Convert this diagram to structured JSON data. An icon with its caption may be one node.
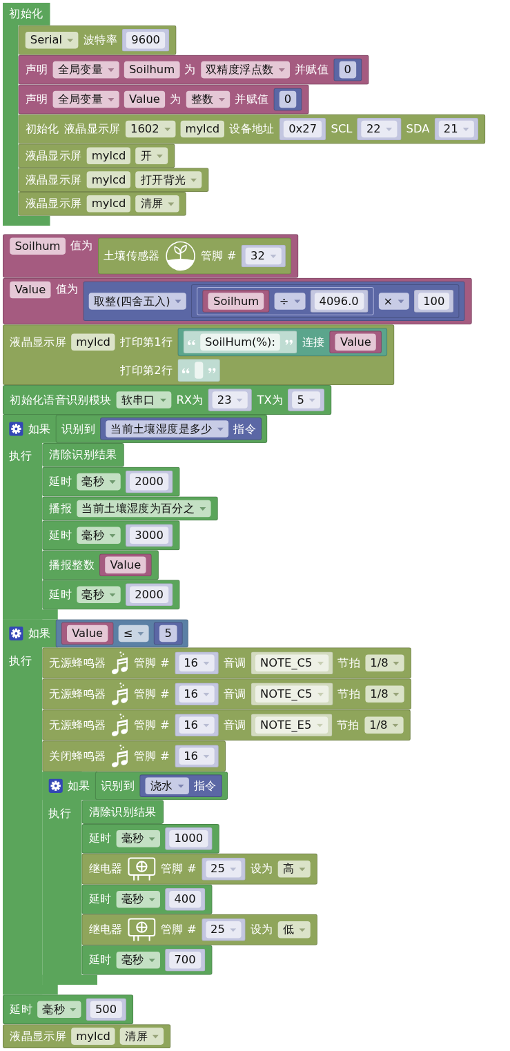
{
  "diagram": {
    "nodes": [
      {
        "text": [
          "初始化"
        ]
      },
      {
        "text": [
          "Serial",
          "波特率"
        ],
        "in": 0
      },
      {
        "text": [
          "9600"
        ],
        "in": 1
      },
      {
        "text": [
          "声明",
          "全局变量",
          "Soilhum",
          "为",
          "双精度浮点数",
          "并赋值"
        ],
        "in": 0
      },
      {
        "text": [
          "0"
        ],
        "in": 3
      },
      {
        "text": [
          "声明",
          "全局变量",
          "Value",
          "为",
          "整数",
          "并赋值"
        ],
        "in": 0
      },
      {
        "text": [
          "0"
        ],
        "in": 5
      },
      {
        "text": [
          "初始化",
          "液晶显示屏",
          "1602",
          "mylcd",
          "设备地址",
          "SCL",
          "SDA"
        ],
        "in": 0
      },
      {
        "text": [
          "0x27"
        ],
        "in": 7
      },
      {
        "text": [
          "22"
        ],
        "in": 7
      },
      {
        "text": [
          "21"
        ],
        "in": 7
      },
      {
        "text": [
          "液晶显示屏",
          "mylcd",
          "开"
        ],
        "in": 0
      },
      {
        "text": [
          "液晶显示屏",
          "mylcd",
          "打开背光"
        ],
        "in": 0
      },
      {
        "text": [
          "液晶显示屏",
          "mylcd",
          "清屏"
        ],
        "in": 0
      },
      {
        "text": [
          "Soilhum",
          "值为"
        ]
      },
      {
        "text": [
          "土壤传感器",
          "管脚 #"
        ],
        "in": 14
      },
      {
        "text": [
          "32"
        ],
        "in": 15
      },
      {
        "text": [
          "Value",
          "值为"
        ]
      },
      {
        "text": [
          "取整(四舍五入)"
        ],
        "in": 17
      },
      {
        "text": [
          "×"
        ],
        "in": 18
      },
      {
        "text": [
          "÷"
        ],
        "in": 19
      },
      {
        "text": [
          "Soilhum"
        ],
        "in": 20
      },
      {
        "text": [
          "4096.0"
        ],
        "in": 20
      },
      {
        "text": [
          "100"
        ],
        "in": 19
      },
      {
        "text": [
          "液晶显示屏",
          "mylcd",
          "打印第1行",
          "打印第2行"
        ]
      },
      {
        "text": [
          "连接"
        ],
        "in": 24
      },
      {
        "text": [
          "SoilHum(%):"
        ],
        "in": 25
      },
      {
        "text": [
          "Value"
        ],
        "in": 25
      },
      {
        "text": [],
        "shape": "box",
        "in": 24
      },
      {
        "text": [
          "初始化语音识别模块",
          "软串口",
          "RX为",
          "TX为"
        ]
      },
      {
        "text": [
          "23"
        ],
        "in": 29
      },
      {
        "text": [
          "5"
        ],
        "in": 29
      },
      {
        "text": [
          "如果",
          "执行"
        ]
      },
      {
        "text": [
          "识别到"
        ],
        "in": 32
      },
      {
        "text": [
          "当前土壤湿度是多少",
          "指令"
        ],
        "in": 33
      },
      {
        "text": [
          "清除识别结果"
        ],
        "in": 32
      },
      {
        "text": [
          "延时",
          "毫秒"
        ],
        "in": 32
      },
      {
        "text": [
          "2000"
        ],
        "in": 36
      },
      {
        "text": [
          "播报",
          "当前土壤湿度为百分之"
        ],
        "in": 32
      },
      {
        "text": [
          "延时",
          "毫秒"
        ],
        "in": 32
      },
      {
        "text": [
          "3000"
        ],
        "in": 39
      },
      {
        "text": [
          "播报整数"
        ],
        "in": 32
      },
      {
        "text": [
          "Value"
        ],
        "in": 41
      },
      {
        "text": [
          "延时",
          "毫秒"
        ],
        "in": 32
      },
      {
        "text": [
          "2000"
        ],
        "in": 43
      },
      {
        "text": [
          "如果",
          "执行"
        ]
      },
      {
        "text": [
          "≤"
        ],
        "in": 45
      },
      {
        "text": [
          "Value"
        ],
        "in": 46
      },
      {
        "text": [
          "5"
        ],
        "in": 46
      },
      {
        "text": [
          "无源蜂鸣器",
          "管脚 #",
          "音调",
          "节拍",
          "1/8"
        ],
        "in": 45
      },
      {
        "text": [
          "16"
        ],
        "in": 49
      },
      {
        "text": [
          "NOTE_C5"
        ],
        "in": 49
      },
      {
        "text": [
          "无源蜂鸣器",
          "管脚 #",
          "音调",
          "节拍",
          "1/8"
        ],
        "in": 45
      },
      {
        "text": [
          "16"
        ],
        "in": 52
      },
      {
        "text": [
          "NOTE_C5"
        ],
        "in": 52
      },
      {
        "text": [
          "无源蜂鸣器",
          "管脚 #",
          "音调",
          "节拍",
          "1/8"
        ],
        "in": 45
      },
      {
        "text": [
          "16"
        ],
        "in": 55
      },
      {
        "text": [
          "NOTE_E5"
        ],
        "in": 55
      },
      {
        "text": [
          "关闭蜂鸣器",
          "管脚 #"
        ],
        "in": 45
      },
      {
        "text": [
          "16"
        ],
        "in": 58
      },
      {
        "text": [
          "如果",
          "执行"
        ],
        "in": 45
      },
      {
        "text": [
          "识别到"
        ],
        "in": 60
      },
      {
        "text": [
          "浇水",
          "指令"
        ],
        "in": 61
      },
      {
        "text": [
          "清除识别结果"
        ],
        "in": 60
      },
      {
        "text": [
          "延时",
          "毫秒"
        ],
        "in": 60
      },
      {
        "text": [
          "1000"
        ],
        "in": 64
      },
      {
        "text": [
          "继电器",
          "管脚 #",
          "设为",
          "高"
        ],
        "in": 60
      },
      {
        "text": [
          "25"
        ],
        "in": 66
      },
      {
        "text": [
          "延时",
          "毫秒"
        ],
        "in": 60
      },
      {
        "text": [
          "400"
        ],
        "in": 68
      },
      {
        "text": [
          "继电器",
          "管脚 #",
          "设为",
          "低"
        ],
        "in": 60
      },
      {
        "text": [
          "25"
        ],
        "in": 70
      },
      {
        "text": [
          "延时",
          "毫秒"
        ],
        "in": 60
      },
      {
        "text": [
          "700"
        ],
        "in": 72
      },
      {
        "text": [
          "延时",
          "毫秒"
        ]
      },
      {
        "text": [
          "500"
        ],
        "in": 74
      },
      {
        "text": [
          "液晶显示屏",
          "mylcd",
          "清屏"
        ]
      }
    ]
  }
}
